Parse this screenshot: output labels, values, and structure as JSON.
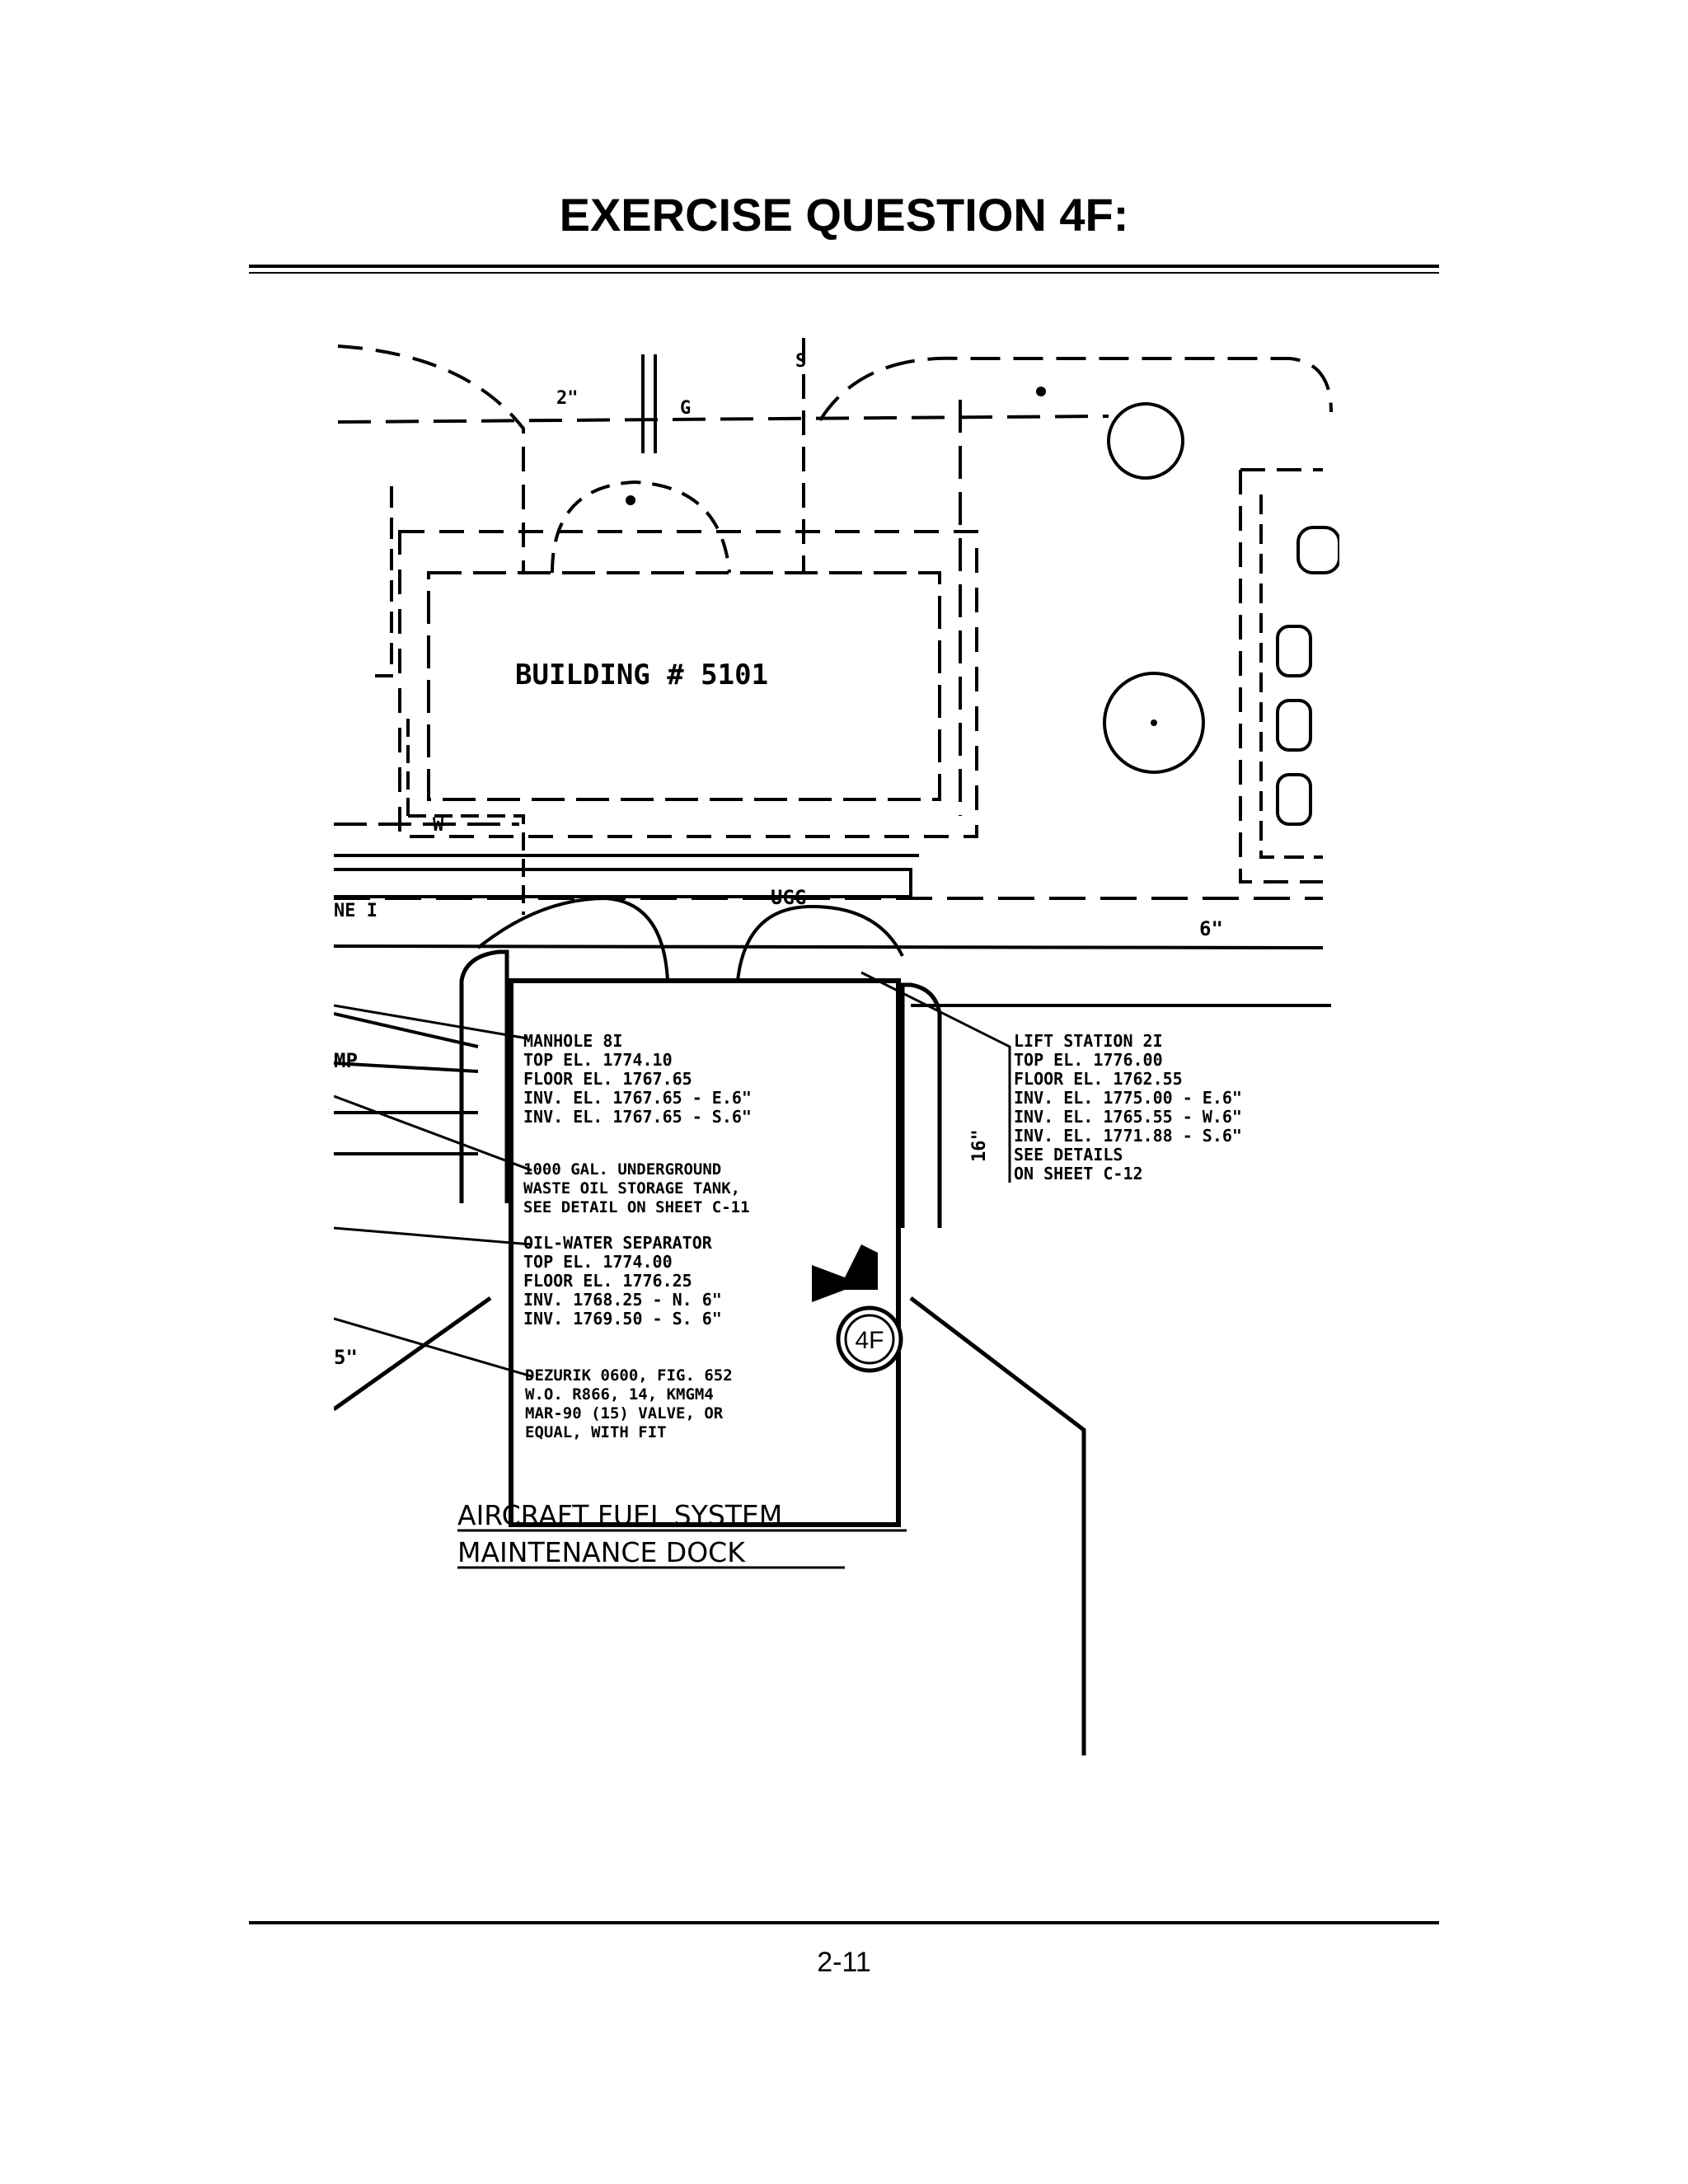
{
  "header": {
    "title": "EXERCISE QUESTION 4F:"
  },
  "footer": {
    "page_number": "2-11"
  },
  "drawing": {
    "building_label": "BUILDING # 5101",
    "pipe_labels": {
      "g": "G",
      "s": "S",
      "w": "W",
      "ugg": "UGG",
      "two_inch": "2\"",
      "six_inch": "6\"",
      "sixteen": "16\"",
      "line_left": "NE I",
      "mp": "MP",
      "five_inch": "5\""
    },
    "manhole": {
      "lines": [
        "MANHOLE 8I",
        "TOP EL. 1774.10",
        "FLOOR EL. 1767.65",
        "INV. EL. 1767.65 - E.6\"",
        "INV. EL. 1767.65 - S.6\""
      ]
    },
    "tank": {
      "lines": [
        "1000 GAL. UNDERGROUND",
        "WASTE OIL STORAGE TANK,",
        "SEE DETAIL ON SHEET C-11"
      ]
    },
    "separator": {
      "lines": [
        "OIL-WATER SEPARATOR",
        "TOP EL. 1774.00",
        "FLOOR EL. 1776.25",
        "INV. 1768.25 - N. 6\"",
        "INV. 1769.50 - S. 6\""
      ]
    },
    "valve": {
      "lines": [
        "DEZURIK 0600, FIG. 652",
        "W.O. R866, 14, KMGM4",
        "MAR-90 (15) VALVE, OR",
        "EQUAL, WITH FIT"
      ]
    },
    "lift_station": {
      "lines": [
        "LIFT STATION 2I",
        "TOP EL. 1776.00",
        "FLOOR EL. 1762.55",
        "INV. EL. 1775.00 - E.6\"",
        "INV. EL. 1765.55 - W.6\"",
        "INV. EL. 1771.88 - S.6\"",
        "SEE DETAILS",
        "ON SHEET C-12"
      ]
    },
    "dock_title": [
      "AIRCRAFT FUEL SYSTEM",
      "MAINTENANCE DOCK"
    ],
    "callout_marker": "4F"
  }
}
